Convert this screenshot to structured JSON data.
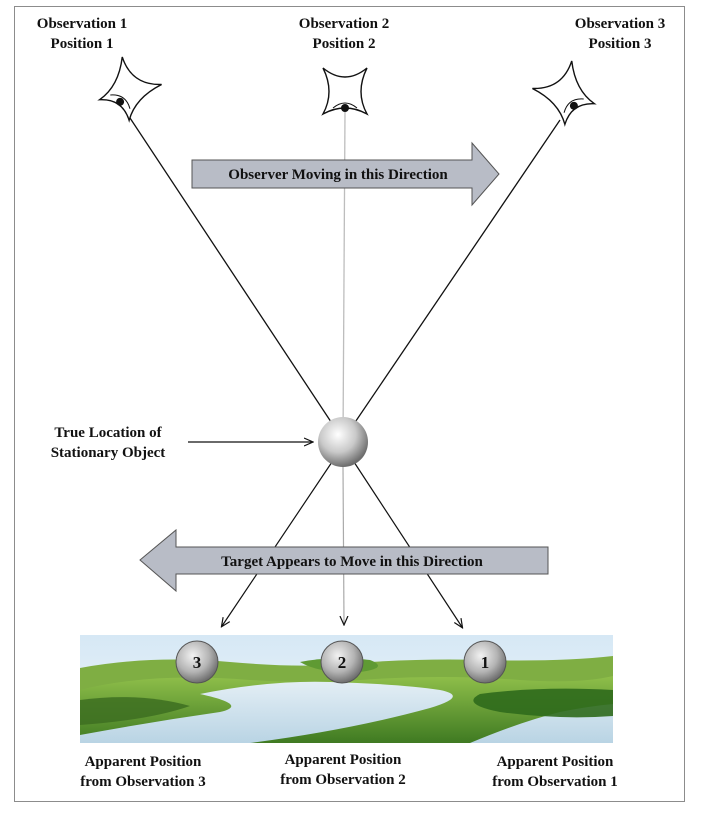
{
  "observers": [
    {
      "line1": "Observation 1",
      "line2": "Position 1"
    },
    {
      "line1": "Observation 2",
      "line2": "Position 2"
    },
    {
      "line1": "Observation 3",
      "line2": "Position 3"
    }
  ],
  "observer_arrow_label": "Observer Moving in this Direction",
  "target_arrow_label": "Target Appears to Move in this Direction",
  "object_label": {
    "line1": "True Location of",
    "line2": "Stationary Object"
  },
  "markers": [
    "3",
    "2",
    "1"
  ],
  "apparent": [
    {
      "line1": "Apparent Position",
      "line2": "from Observation 3"
    },
    {
      "line1": "Apparent Position",
      "line2": "from Observation 2"
    },
    {
      "line1": "Apparent Position",
      "line2": "from Observation 1"
    }
  ],
  "colors": {
    "arrow_fill": "#b8bcc6",
    "sky": "#dbe9f3",
    "grass": "#4f8a2a",
    "water": "#cfe3ef"
  }
}
